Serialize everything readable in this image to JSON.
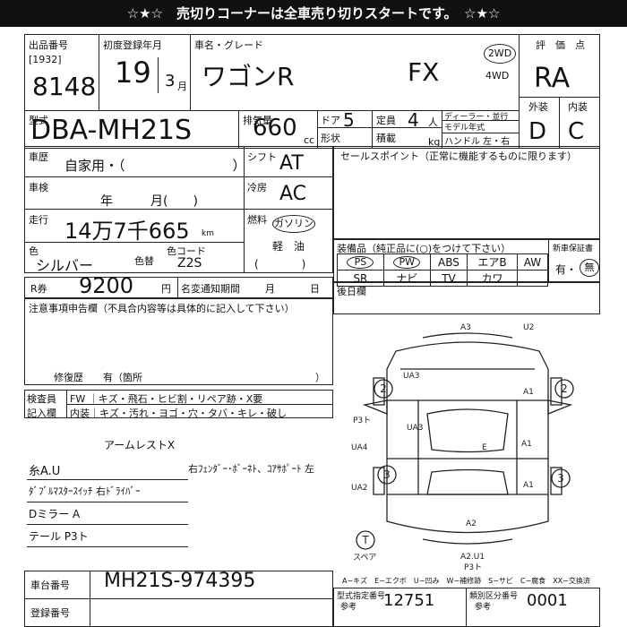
{
  "banner": {
    "text": "☆★☆　売切りコーナーは全車売り切りスタートです。　☆★☆"
  },
  "header": {
    "lot_label": "出品番号",
    "lot_code": "[1932]",
    "lot_number": "8148",
    "reg_label": "初度登録年月",
    "reg_year": "19",
    "reg_month": "3",
    "month_unit": "月",
    "name_label": "車名・グレード",
    "car_name": "ワゴンR",
    "grade": "FX",
    "drive_2wd": "2WD",
    "drive_4wd": "4WD",
    "rating_label": "評　価　点",
    "rating": "RA",
    "ext_label": "外装",
    "int_label": "内装",
    "ext_grade": "D",
    "int_grade": "C"
  },
  "specs": {
    "model_label": "型式",
    "model": "DBA-MH21S",
    "displacement_label": "排気量",
    "displacement": "660",
    "cc": "cc",
    "doors_label": "ドア",
    "doors": "5",
    "capacity_label": "定員",
    "capacity": "4",
    "person_unit": "人",
    "shape_label": "形状",
    "load_label": "積載",
    "kg": "kg",
    "dealer_label": "ディーラー・並行",
    "model_year_label": "モデル年式",
    "handle_label": "ハンドル 左・右"
  },
  "history": {
    "label": "車歴",
    "value": "自家用・（　　　　　　　　）",
    "shift_label": "シフト",
    "shift": "AT",
    "inspection_label": "車検",
    "inspection_value": "年　　　月(　　)",
    "ac_label": "冷房",
    "ac": "AC",
    "mileage_label": "走行",
    "mileage": "14万7千665",
    "km": "km",
    "fuel_label": "燃料",
    "fuel_gas": "ガソリン",
    "fuel_diesel": "軽　油",
    "fuel_paren": "(　　　　)",
    "color_label": "色",
    "color": "シルバー",
    "recolor_label": "色替",
    "color_code_label": "色コード",
    "color_code": "Z2S"
  },
  "points": {
    "label": "セールスポイント（正常に機能するものに限ります）"
  },
  "equipment": {
    "label": "装備品（純正品に(○)をつけて下さい）",
    "row1": [
      "PS",
      "PW",
      "ABS",
      "エアB",
      "AW"
    ],
    "row2": [
      "SR",
      "ナビ",
      "TV",
      "カワ"
    ],
    "warranty_label": "新車保証書",
    "warranty_yes": "有・",
    "warranty_no": "無"
  },
  "recycle": {
    "label": "R券",
    "amount": "9200",
    "yen": "円",
    "notice_label": "名変通知期間",
    "month": "月",
    "day": "日"
  },
  "notes": {
    "label": "注意事項申告欄（不具合内容等は具体的に記入して下さい）",
    "repair_label": "修復歴　　有（箇所",
    "repair_close": "）",
    "after_label": "後日欄"
  },
  "inspector": {
    "label1": "検査員",
    "label2": "記入欄",
    "row1": "FW ｜キズ・飛石・ヒビ割・リペア跡・X要",
    "row2": "内装｜キズ・汚れ・ヨゴ・穴・タバ・キレ・破し"
  },
  "handwritten_notes": [
    "アームレストX",
    "糸A.U",
    "ﾀﾞﾌﾞﾙﾏｽﾀｰｽｲｯﾁ 右ﾄﾞﾗｲﾊﾞｰ",
    "Dミラー A",
    "テール P3ト"
  ],
  "handwritten_right": "右ﾌｪﾝﾀﾞｰ･ﾎﾞｰﾈﾄ、ｺｱｻﾎﾟｰﾄ 左",
  "diagram": {
    "marks": [
      "A3",
      "U2",
      "UA3",
      "A1",
      "P3ト",
      "UA3",
      "A1",
      "E",
      "UA4",
      "UA2",
      "A1",
      "A2",
      "A2.U1",
      "P3ト"
    ],
    "circles": [
      "2",
      "2",
      "3",
      "3",
      "T"
    ],
    "spare_label": "スペア",
    "legend": "A−キズ　E−エクボ　U−凹み　W−補修跡　S−サビ　C−腐食　XX−交換済"
  },
  "chassis": {
    "label": "車台番号",
    "value": "MH21S-974395",
    "reg_label": "登録番号"
  },
  "model_cert": {
    "label1": "型式指定番号",
    "value1": "12751",
    "label2": "類別区分番号",
    "value2": "0001",
    "ref1": "参考",
    "ref2": "参考"
  }
}
